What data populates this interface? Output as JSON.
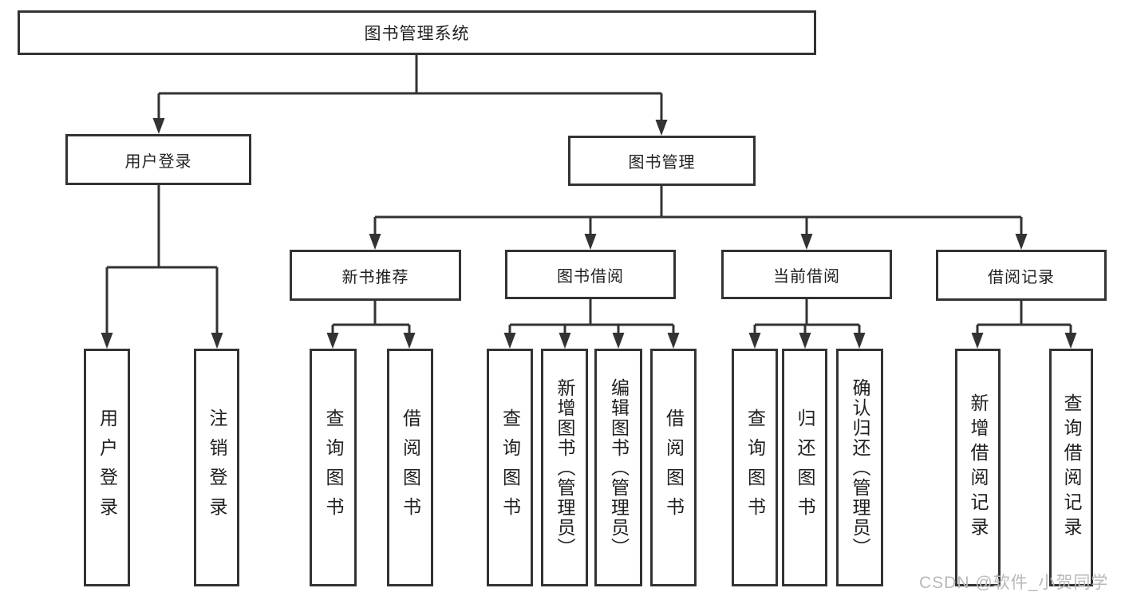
{
  "colors": {
    "line": "#333333",
    "box_border": "#333333",
    "text": "#1f1f1f",
    "watermark": "#b8b8b8",
    "background": "#ffffff"
  },
  "tree": {
    "root": {
      "label": "图书管理系统",
      "children": [
        {
          "label": "用户登录",
          "children": [
            {
              "label": "用户登录"
            },
            {
              "label": "注销登录"
            }
          ]
        },
        {
          "label": "图书管理",
          "children": [
            {
              "label": "新书推荐",
              "children": [
                {
                  "label": "查询图书"
                },
                {
                  "label": "借阅图书"
                }
              ]
            },
            {
              "label": "图书借阅",
              "children": [
                {
                  "label": "查询图书"
                },
                {
                  "label": "新增图书（管理员）"
                },
                {
                  "label": "编辑图书（管理员）"
                },
                {
                  "label": "借阅图书"
                }
              ]
            },
            {
              "label": "当前借阅",
              "children": [
                {
                  "label": "查询图书"
                },
                {
                  "label": "归还图书"
                },
                {
                  "label": "确认归还（管理员）"
                }
              ]
            },
            {
              "label": "借阅记录",
              "children": [
                {
                  "label": "新增借阅记录"
                },
                {
                  "label": "查询借阅记录"
                }
              ]
            }
          ]
        }
      ]
    }
  },
  "watermark": {
    "text": "CSDN @软件_小贺同学"
  }
}
